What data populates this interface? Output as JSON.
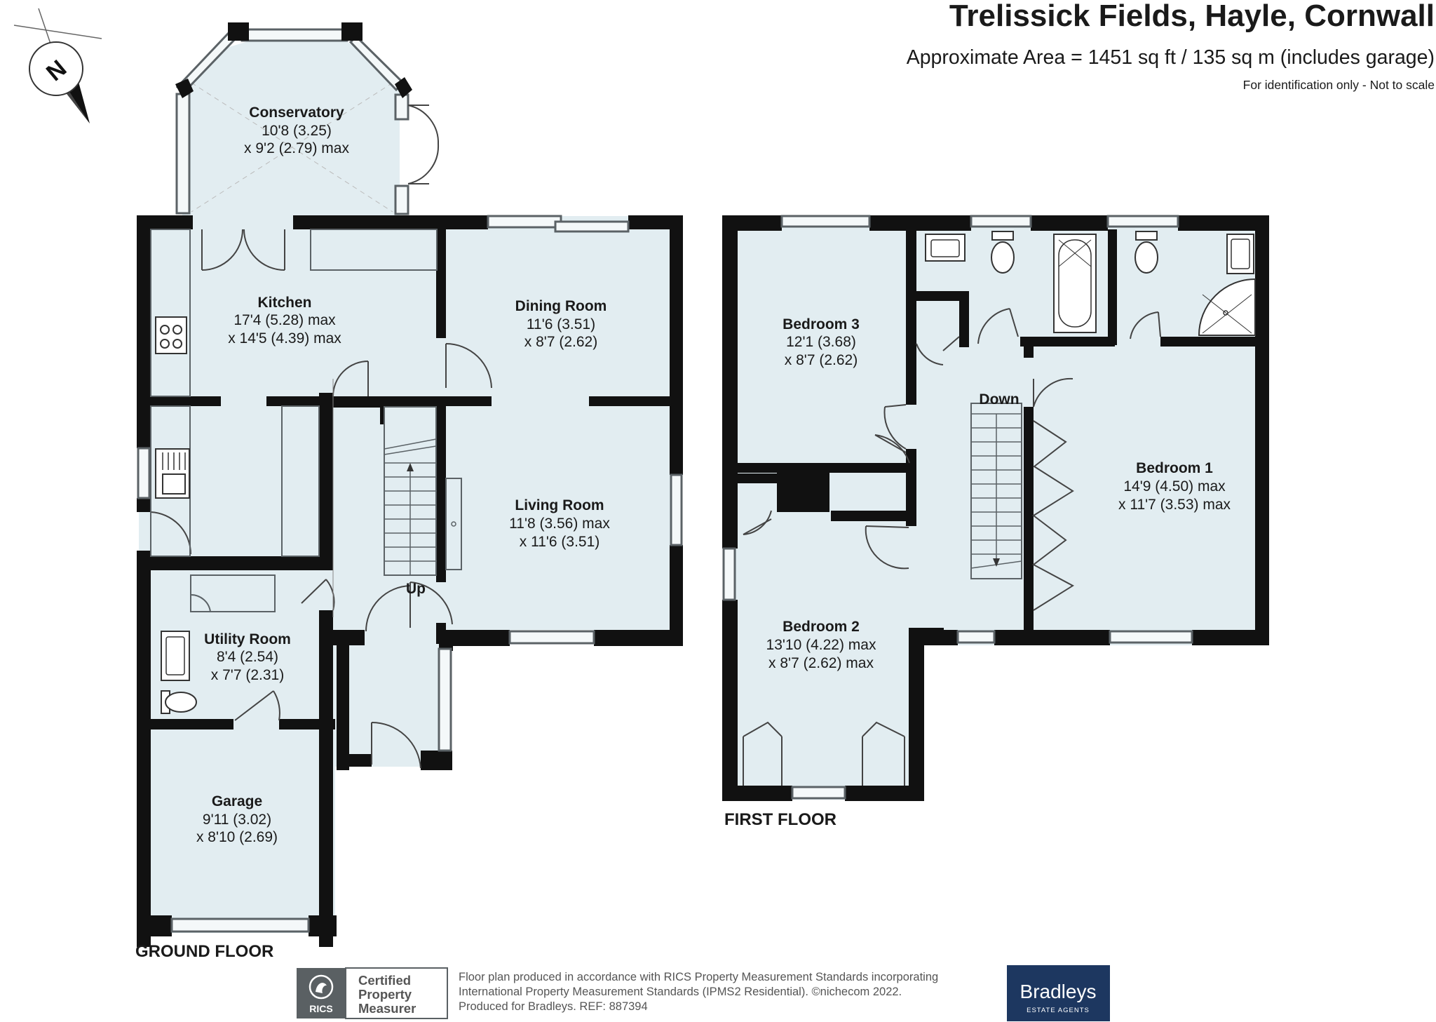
{
  "header": {
    "title": "Trelissick Fields, Hayle, Cornwall",
    "area": "Approximate Area = 1451 sq ft / 135 sq m (includes garage)",
    "note": "For identification only - Not to scale"
  },
  "compass": {
    "letter": "N",
    "icon": "north-arrow-icon"
  },
  "ground_floor": {
    "label": "GROUND FLOOR",
    "stairs_label": "Up",
    "rooms": [
      {
        "name": "Conservatory",
        "dim1": "10'8 (3.25)",
        "dim2": "x 9'2 (2.79) max"
      },
      {
        "name": "Kitchen",
        "dim1": "17'4 (5.28) max",
        "dim2": "x 14'5 (4.39) max"
      },
      {
        "name": "Dining Room",
        "dim1": "11'6 (3.51)",
        "dim2": "x 8'7 (2.62)"
      },
      {
        "name": "Living Room",
        "dim1": "11'8 (3.56) max",
        "dim2": "x 11'6 (3.51)"
      },
      {
        "name": "Utility Room",
        "dim1": "8'4 (2.54)",
        "dim2": "x 7'7 (2.31)"
      },
      {
        "name": "Garage",
        "dim1": "9'11 (3.02)",
        "dim2": "x 8'10 (2.69)"
      }
    ]
  },
  "first_floor": {
    "label": "FIRST FLOOR",
    "stairs_label": "Down",
    "rooms": [
      {
        "name": "Bedroom 3",
        "dim1": "12'1 (3.68)",
        "dim2": "x 8'7 (2.62)"
      },
      {
        "name": "Bedroom 1",
        "dim1": "14'9 (4.50) max",
        "dim2": "x 11'7 (3.53) max"
      },
      {
        "name": "Bedroom 2",
        "dim1": "13'10 (4.22) max",
        "dim2": "x 8'7 (2.62) max"
      }
    ]
  },
  "footer": {
    "rics_badge": {
      "text": "RICS",
      "icon": "rics-lion-logo"
    },
    "certified": [
      "Certified",
      "Property",
      "Measurer"
    ],
    "statement": [
      "Floor plan produced in accordance with RICS Property Measurement Standards incorporating",
      "International Property Measurement Standards (IPMS2 Residential).  ©nichecom 2022.",
      "Produced for Bradleys.   REF:  887394"
    ],
    "agent": {
      "name": "Bradleys",
      "tagline": "ESTATE AGENTS"
    }
  },
  "colors": {
    "wall": "#111111",
    "floor_fill": "#e2edf1",
    "fixture_line": "#5b6266",
    "brand_bg": "#1d3760"
  }
}
